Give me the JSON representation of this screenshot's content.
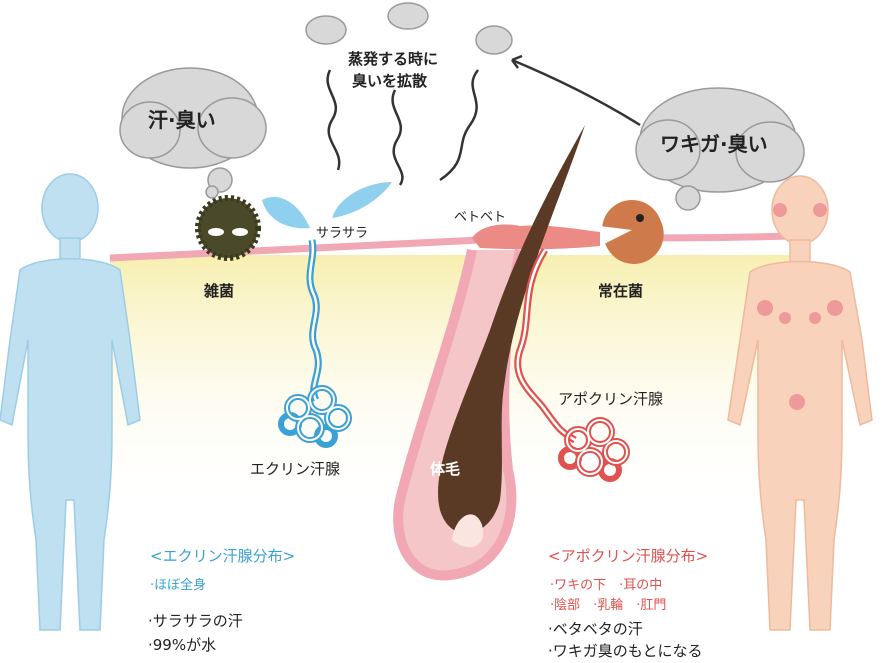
{
  "clouds": {
    "left": "汗·臭い",
    "right": "ワキガ·臭い",
    "top_line1": "蒸発する時に",
    "top_line2": "臭いを拡散"
  },
  "labels": {
    "sarasara": "サラサラ",
    "betobeto": "ベトベト",
    "zakkin": "雑菌",
    "jozaikin": "常在菌",
    "eccrine": "エクリン汗腺",
    "apocrine": "アポクリン汗腺",
    "taimo": "体毛"
  },
  "eccrine_info": {
    "title": "<エクリン汗腺分布>",
    "dist": "·ほぼ全身",
    "note1": "·サラサラの汗",
    "note2": "·99%が水"
  },
  "apocrine_info": {
    "title": "<アポクリン汗腺分布>",
    "dist_line1": "·ワキの下　·耳の中",
    "dist_line2": "·陰部　·乳輪　·肛門",
    "note1": "·ベタベタの汗",
    "note2": "·ワキガ臭のもとになる"
  },
  "colors": {
    "eccrine_blue": "#3aa0d6",
    "apocrine_red": "#e0524f",
    "skin_pink": "#f2a7b4",
    "body_blue": "#bfe0f1",
    "body_peach": "#f8d2bb",
    "hair_brown": "#5a3a24"
  }
}
